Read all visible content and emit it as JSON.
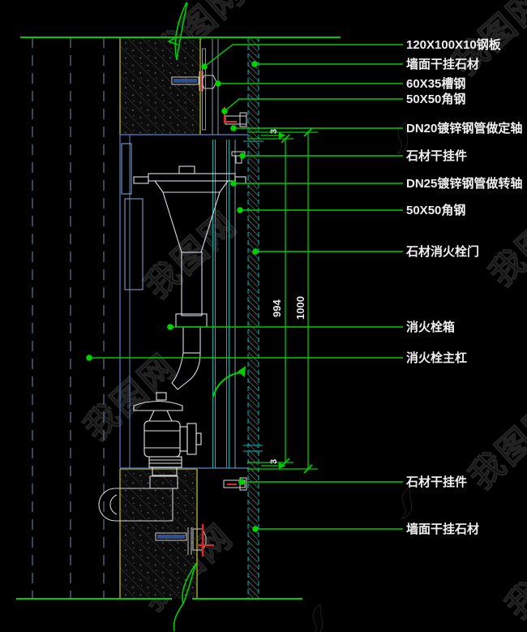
{
  "watermark": {
    "text": "我图网"
  },
  "callouts": [
    {
      "text": "120X100X10钢板"
    },
    {
      "text": "墙面干挂石材"
    },
    {
      "text": "60X35槽钢"
    },
    {
      "text": "50X50角钢"
    },
    {
      "text": "DN20镀锌钢管做定轴"
    },
    {
      "text": "石材干挂件"
    },
    {
      "text": "DN25镀锌钢管做转轴"
    },
    {
      "text": "50X50角钢"
    },
    {
      "text": "石材消火栓门"
    },
    {
      "text": "消火栓箱"
    },
    {
      "text": "消火栓主杠"
    },
    {
      "text": "石材干挂件"
    },
    {
      "text": "墙面干挂石材"
    }
  ],
  "dimensions": {
    "height_inner": "994",
    "height_outer": "1000",
    "gap_top": "3",
    "gap_bottom": "3"
  },
  "colors": {
    "annotation_green": "#00cc00",
    "wall_edge_yellow": "#b8b832",
    "stone_cyan": "#00bcbc",
    "steel_blue": "#4a6cb4",
    "detail_white": "#d8dce6",
    "accent_red": "#e02828",
    "label_white": "#f0f0f0"
  }
}
